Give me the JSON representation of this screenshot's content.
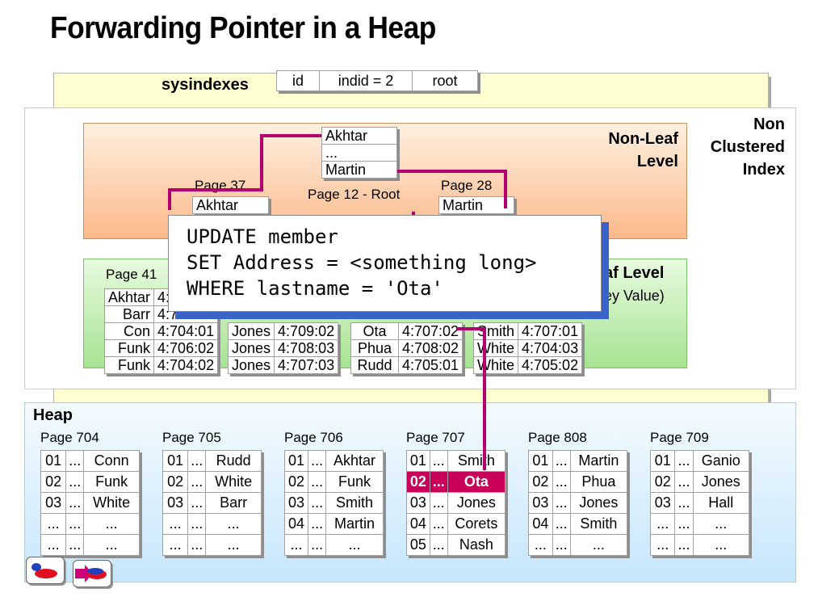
{
  "title": "Forwarding Pointer in a Heap",
  "sysindexes": {
    "label": "sysindexes",
    "cols": [
      "id",
      "indid = 2",
      "root"
    ]
  },
  "index": {
    "label": [
      "Non",
      "Clustered",
      "Index"
    ],
    "non_leaf_label": [
      "Non-Leaf",
      "Level"
    ],
    "leaf_label": [
      "af Level",
      "ey Value)"
    ],
    "root": {
      "label": "Page 12 - Root",
      "rows": [
        "Akhtar",
        "...",
        "Martin"
      ]
    },
    "page37": {
      "label": "Page 37",
      "rows": [
        "Akhtar"
      ]
    },
    "page28": {
      "label": "Page 28",
      "rows": [
        "Martin"
      ]
    },
    "page41": {
      "label": "Page 41",
      "rows": [
        [
          "Akhtar",
          "4:7"
        ],
        [
          "Barr",
          "4:7"
        ],
        [
          "Con",
          "4:704:01"
        ],
        [
          "Funk",
          "4:706:02"
        ],
        [
          "Funk",
          "4:704:02"
        ]
      ]
    },
    "leaf_b": {
      "rows": [
        [
          "Jones",
          "4:709:02"
        ],
        [
          "Jones",
          "4:708:03"
        ],
        [
          "Jones",
          "4:707:03"
        ]
      ]
    },
    "leaf_c": {
      "rows": [
        [
          "Ota",
          "4:707:02"
        ],
        [
          "Phua",
          "4:708:02"
        ],
        [
          "Rudd",
          "4:705:01"
        ]
      ]
    },
    "leaf_d": {
      "rows": [
        [
          "Smith",
          "4:707:01"
        ],
        [
          "White",
          "4:704:03"
        ],
        [
          "White",
          "4:705:02"
        ]
      ]
    }
  },
  "popup": {
    "lines": [
      "UPDATE member",
      "SET Address = <something long>",
      "WHERE lastname = 'Ota'"
    ]
  },
  "heap": {
    "label": "Heap",
    "pages": [
      {
        "label": "Page 704",
        "rows": [
          [
            "01",
            "...",
            "Conn"
          ],
          [
            "02",
            "...",
            "Funk"
          ],
          [
            "03",
            "...",
            "White"
          ],
          [
            "...",
            "...",
            "..."
          ],
          [
            "...",
            "...",
            "..."
          ]
        ]
      },
      {
        "label": "Page 705",
        "rows": [
          [
            "01",
            "...",
            "Rudd"
          ],
          [
            "02",
            "...",
            "White"
          ],
          [
            "03",
            "...",
            "Barr"
          ],
          [
            "...",
            "...",
            "..."
          ],
          [
            "...",
            "...",
            "..."
          ]
        ]
      },
      {
        "label": "Page 706",
        "rows": [
          [
            "01",
            "...",
            "Akhtar"
          ],
          [
            "02",
            "...",
            "Funk"
          ],
          [
            "03",
            "...",
            "Smith"
          ],
          [
            "04",
            "...",
            "Martin"
          ],
          [
            "...",
            "...",
            "..."
          ]
        ]
      },
      {
        "label": "Page 707",
        "rows": [
          [
            "01",
            "...",
            "Smith"
          ],
          [
            "02",
            "...",
            "Ota"
          ],
          [
            "03",
            "...",
            "Jones"
          ],
          [
            "04",
            "...",
            "Corets"
          ],
          [
            "05",
            "...",
            "Nash"
          ]
        ]
      },
      {
        "label": "Page 808",
        "rows": [
          [
            "01",
            "...",
            "Martin"
          ],
          [
            "02",
            "...",
            "Phua"
          ],
          [
            "03",
            "...",
            "Jones"
          ],
          [
            "04",
            "...",
            "Smith"
          ],
          [
            "...",
            "...",
            "..."
          ]
        ]
      },
      {
        "label": "Page 709",
        "rows": [
          [
            "01",
            "...",
            "Ganio"
          ],
          [
            "02",
            "...",
            "Jones"
          ],
          [
            "03",
            "...",
            "Hall"
          ],
          [
            "...",
            "...",
            "..."
          ],
          [
            "...",
            "...",
            "..."
          ]
        ]
      }
    ],
    "highlight": {
      "page": 3,
      "row": 1
    }
  },
  "colors": {
    "pointer": "#b4006e",
    "highlight": "#c8005a",
    "popup_shadow": "#3a63c8"
  },
  "nav": {
    "icons": [
      "previous-slide-icon",
      "next-slide-icon"
    ]
  }
}
